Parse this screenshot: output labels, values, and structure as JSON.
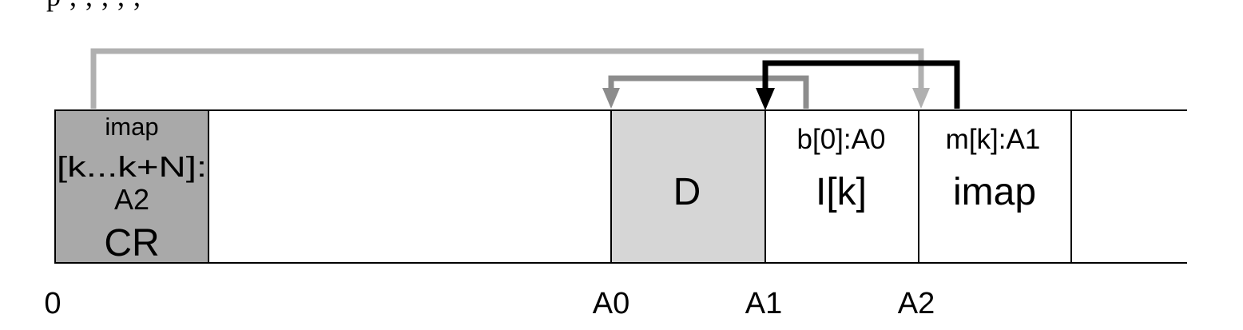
{
  "top_text_fragment": "p , , , , ,",
  "colors": {
    "cr_fill": "#a9a9a9",
    "d_fill": "#d6d6d6",
    "arrow_light": "#b0b0b0",
    "arrow_mid": "#8c8c8c",
    "arrow_dark": "#000000"
  },
  "blocks": {
    "cr": {
      "lines": [
        "imap",
        "[k...k+N]:",
        "A2",
        "CR"
      ]
    },
    "d": {
      "label": "D"
    },
    "ik": {
      "header": "b[0]:A0",
      "label": "I[k]"
    },
    "imap": {
      "header": "m[k]:A1",
      "label": "imap"
    }
  },
  "axis": {
    "zero": "0",
    "a0": "A0",
    "a1": "A1",
    "a2": "A2"
  },
  "arrows": [
    {
      "name": "cr-to-a2",
      "from": "CR",
      "to": "A2"
    },
    {
      "name": "ik-to-a0",
      "from": "b[0]",
      "to": "A0"
    },
    {
      "name": "imap-to-a1",
      "from": "m[k]",
      "to": "A1"
    }
  ]
}
